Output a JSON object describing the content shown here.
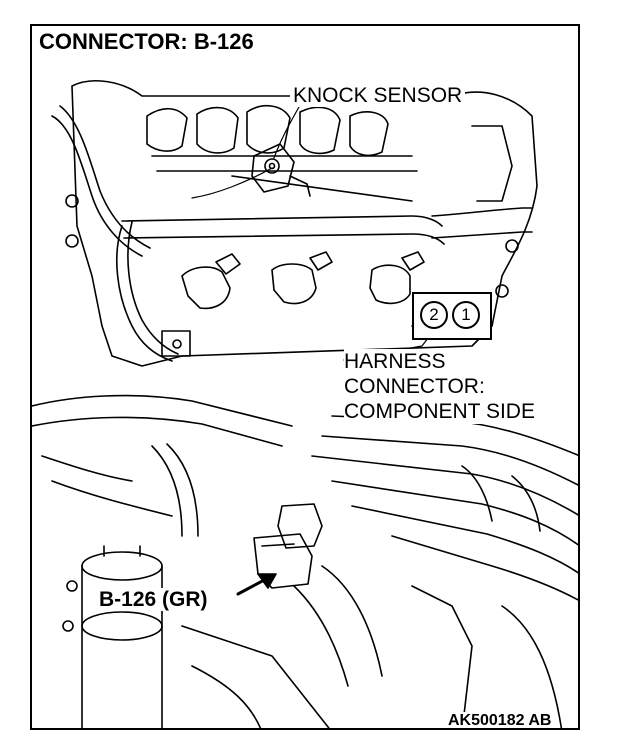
{
  "title": "CONNECTOR: B-126",
  "labels": {
    "knock_sensor": "KNOCK SENSOR",
    "harness_line1": "HARNESS",
    "harness_line2": "CONNECTOR:",
    "harness_line3": "COMPONENT SIDE",
    "connector_id": "B-126 (GR)"
  },
  "pins": [
    "2",
    "1"
  ],
  "figure_code": "AK500182 AB",
  "colors": {
    "ink": "#000000",
    "background": "#ffffff"
  }
}
